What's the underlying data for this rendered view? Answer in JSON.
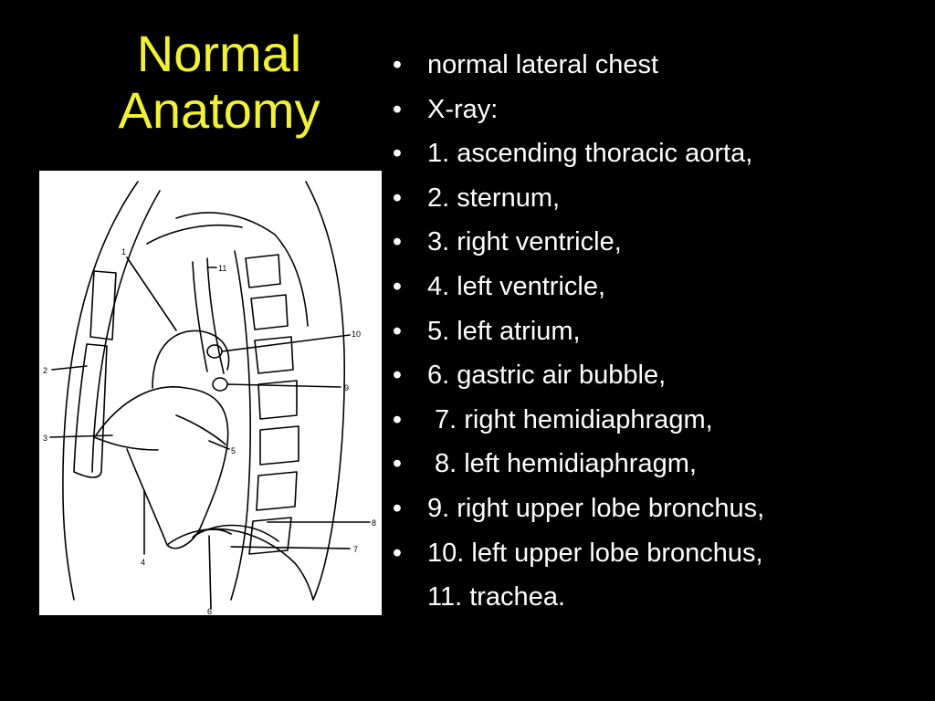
{
  "title": {
    "line1": "Normal",
    "line2": "Anatomy"
  },
  "bullet_symbol": "•",
  "bullets": [
    "normal lateral chest",
    "X-ray:",
    "1. ascending thoracic aorta,",
    "2. sternum,",
    "3. right ventricle,",
    "4. left ventricle,",
    "5. left atrium,",
    "6. gastric air bubble,",
    "7. right hemidiaphragm,",
    "8. left hemidiaphragm,",
    "9. right upper lobe bronchus,",
    "10. left upper lobe bronchus,",
    "11.  trachea."
  ],
  "figure": {
    "labels": [
      "1",
      "2",
      "3",
      "4",
      "5",
      "6",
      "7",
      "8",
      "9",
      "10",
      "11"
    ]
  },
  "colors": {
    "background": "#000000",
    "title": "#f2f22e",
    "text": "#ffffff",
    "line": "#000000"
  }
}
